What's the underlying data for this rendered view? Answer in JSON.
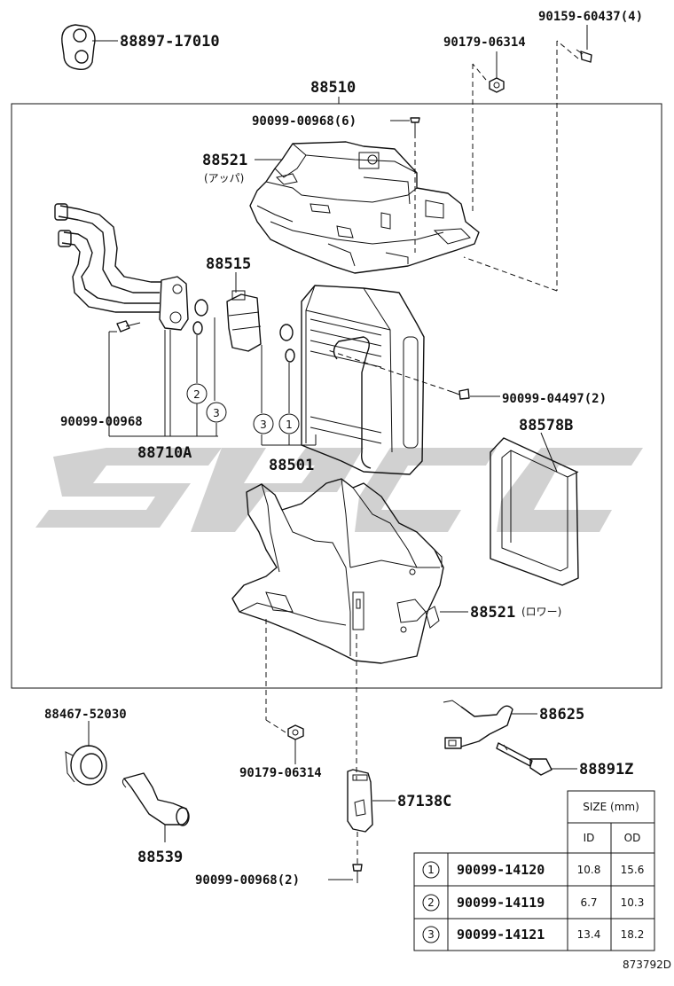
{
  "labels": {
    "grommet": "88897-17010",
    "bolt_top_right": "90159-60437(4)",
    "nut_top": "90179-06314",
    "case_assy": "88510",
    "screw_top": "90099-00968(6)",
    "case_upper": "88521",
    "case_upper_note": "(アッパ)",
    "exp_valve": "88515",
    "screw_left": "90099-00968",
    "tube_assy": "88710A",
    "screw_right": "90099-04497(2)",
    "filter": "88578B",
    "evaporator": "88501",
    "case_lower": "88521",
    "case_lower_note": "(ロワー)",
    "grommet2": "88467-52030",
    "hose": "88539",
    "nut_bottom": "90179-06314",
    "wire": "88625",
    "thermistor": "88891Z",
    "amplifier": "87138C",
    "screw_bottom": "90099-00968(2)",
    "footer_code": "873792D"
  },
  "callouts": {
    "c1": "1",
    "c2": "2",
    "c3": "3"
  },
  "size_table": {
    "header": "SIZE (mm)",
    "col_id": "ID",
    "col_od": "OD",
    "rows": [
      {
        "ref": "1",
        "part": "90099-14120",
        "id": "10.8",
        "od": "15.6"
      },
      {
        "ref": "2",
        "part": "90099-14119",
        "id": "6.7",
        "od": "10.3"
      },
      {
        "ref": "3",
        "part": "90099-14121",
        "id": "13.4",
        "od": "18.2"
      }
    ]
  }
}
